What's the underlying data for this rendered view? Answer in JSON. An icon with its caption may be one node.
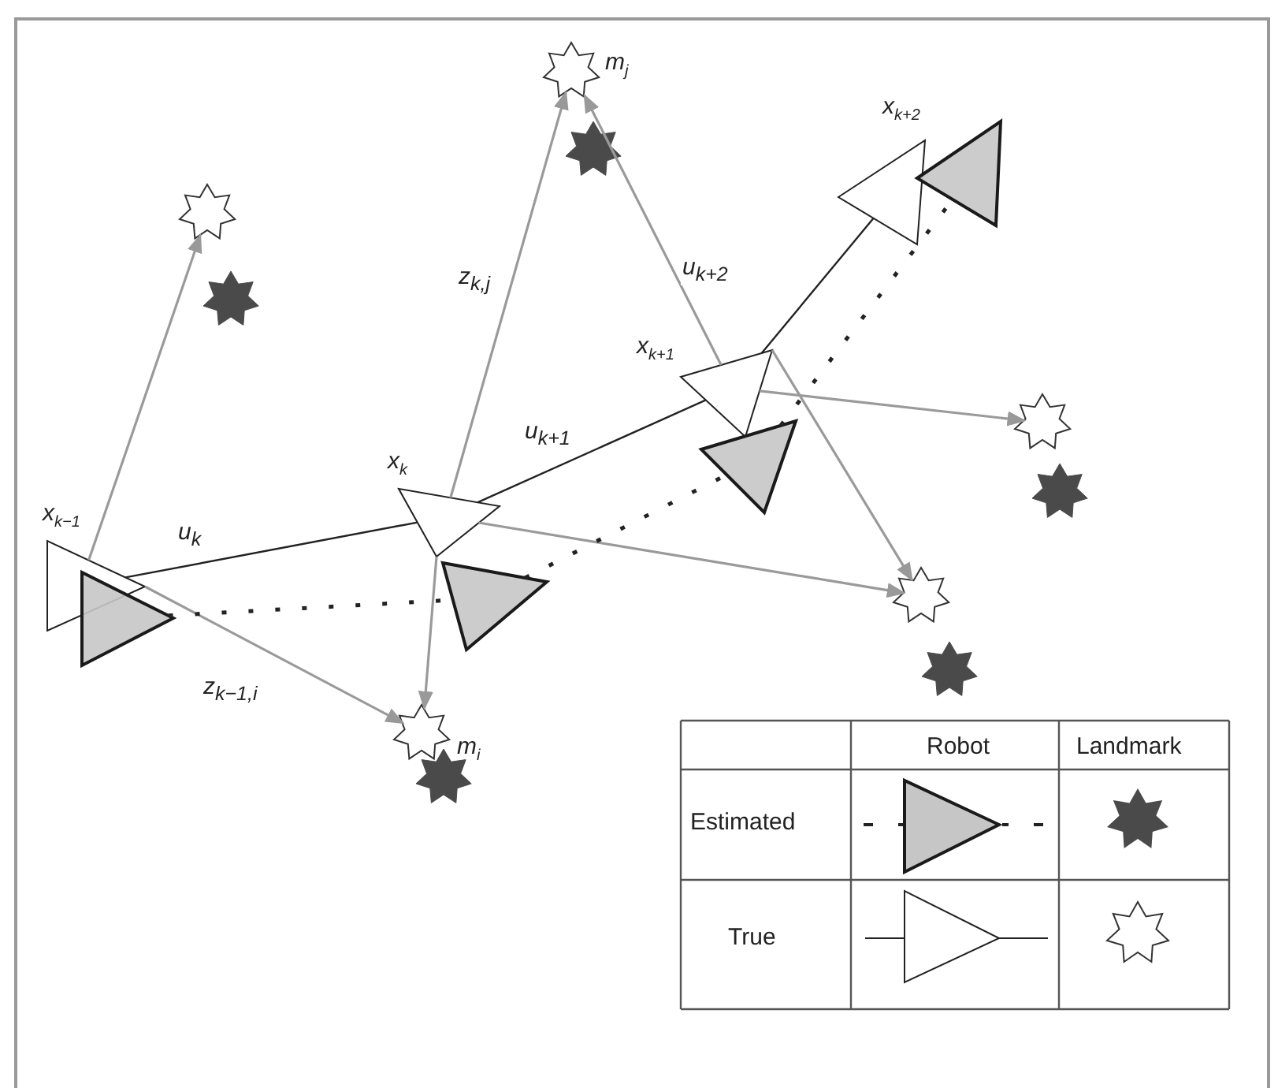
{
  "diagram": {
    "nodes": [
      {
        "text": [],
        "shape": "star"
      },
      {
        "text": [],
        "shape": "star"
      },
      {
        "text": [
          "m$_{j}$"
        ]
      },
      {
        "text": [],
        "shape": "star"
      },
      {
        "text": [
          "x$_{k+2}$"
        ]
      },
      {
        "text": [],
        "shape": "triangle"
      },
      {
        "text": [
          "x$_{k+1}$"
        ]
      },
      {
        "text": [],
        "shape": "star"
      },
      {
        "text": [],
        "shape": "triangle"
      },
      {
        "text": [],
        "shape": "star"
      },
      {
        "text": [
          "x$_{k}$"
        ]
      },
      {
        "text": [
          "x$_{k−1}$"
        ]
      },
      {
        "text": [],
        "shape": "triangle"
      },
      {
        "text": [],
        "shape": "triangle"
      },
      {
        "text": [],
        "shape": "star"
      },
      {
        "text": [],
        "shape": "star"
      },
      {
        "text": [
          "m$_{i}$"
        ]
      },
      {
        "text": [],
        "shape": "star"
      }
    ],
    "edges": [
      {
        "from": 11,
        "to": 0,
        "arrow": "to"
      },
      {
        "from": 11,
        "to": 16,
        "arrow": "to",
        "label": "z$_{k−1,i}$"
      },
      {
        "from": 10,
        "to": 2,
        "arrow": "to",
        "label": "z$_{k,j}$"
      },
      {
        "from": 10,
        "to": 16,
        "arrow": "to"
      },
      {
        "from": 10,
        "to": 14,
        "arrow": "to"
      },
      {
        "from": 6,
        "to": 2,
        "arrow": "to"
      },
      {
        "from": 6,
        "to": 14,
        "arrow": "to"
      },
      {
        "from": 6,
        "to": 7,
        "arrow": "to"
      },
      {
        "from": 11,
        "to": 10,
        "arrow": "none",
        "label": "u$_{k}$",
        "color": "#222222"
      },
      {
        "from": 10,
        "to": 6,
        "arrow": "none",
        "label": "u$_{k+1}$",
        "color": "#222222"
      },
      {
        "from": 6,
        "to": 4,
        "arrow": "none",
        "color": "#222222"
      },
      {
        "from": 12,
        "to": 13,
        "arrow": "none",
        "style": "dashed",
        "color": "#222222"
      },
      {
        "from": 13,
        "to": 8,
        "arrow": "none",
        "style": "dashed",
        "color": "#222222"
      },
      {
        "from": 8,
        "to": 5,
        "arrow": "none",
        "style": "dashed",
        "color": "#222222"
      }
    ],
    "labels": [
      "u$_{k+2}$",
      "Robot",
      "Landmark",
      "Estimated",
      "True"
    ]
  }
}
